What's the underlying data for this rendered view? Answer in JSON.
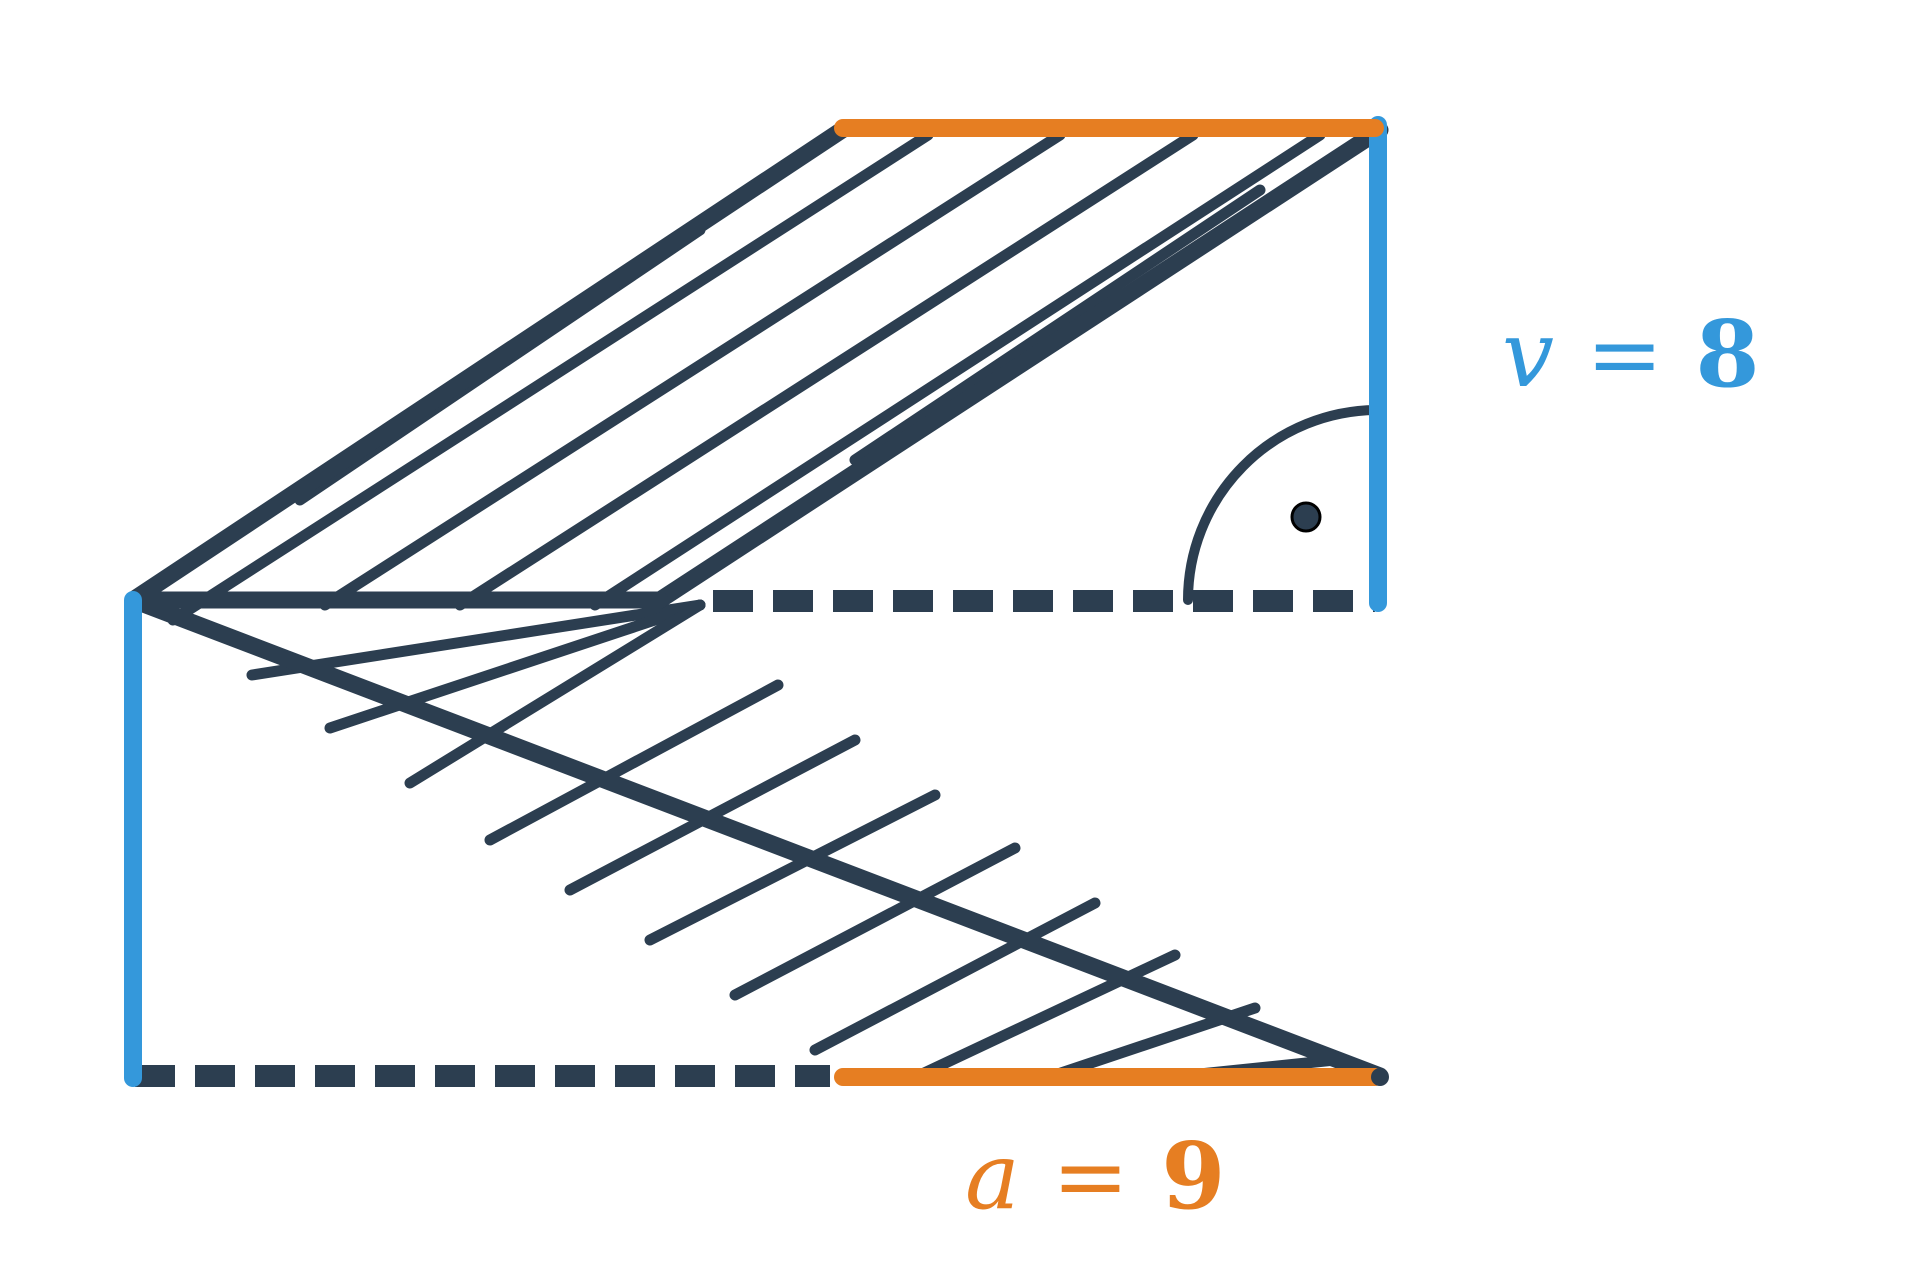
{
  "labels": {
    "height": {
      "variable": "v",
      "equals": "=",
      "value": "8"
    },
    "base": {
      "variable": "a",
      "equals": "=",
      "value": "9"
    }
  },
  "colors": {
    "outline": "#2c3e50",
    "height": "#3498db",
    "base": "#e67e22",
    "background": "#ffffff"
  }
}
